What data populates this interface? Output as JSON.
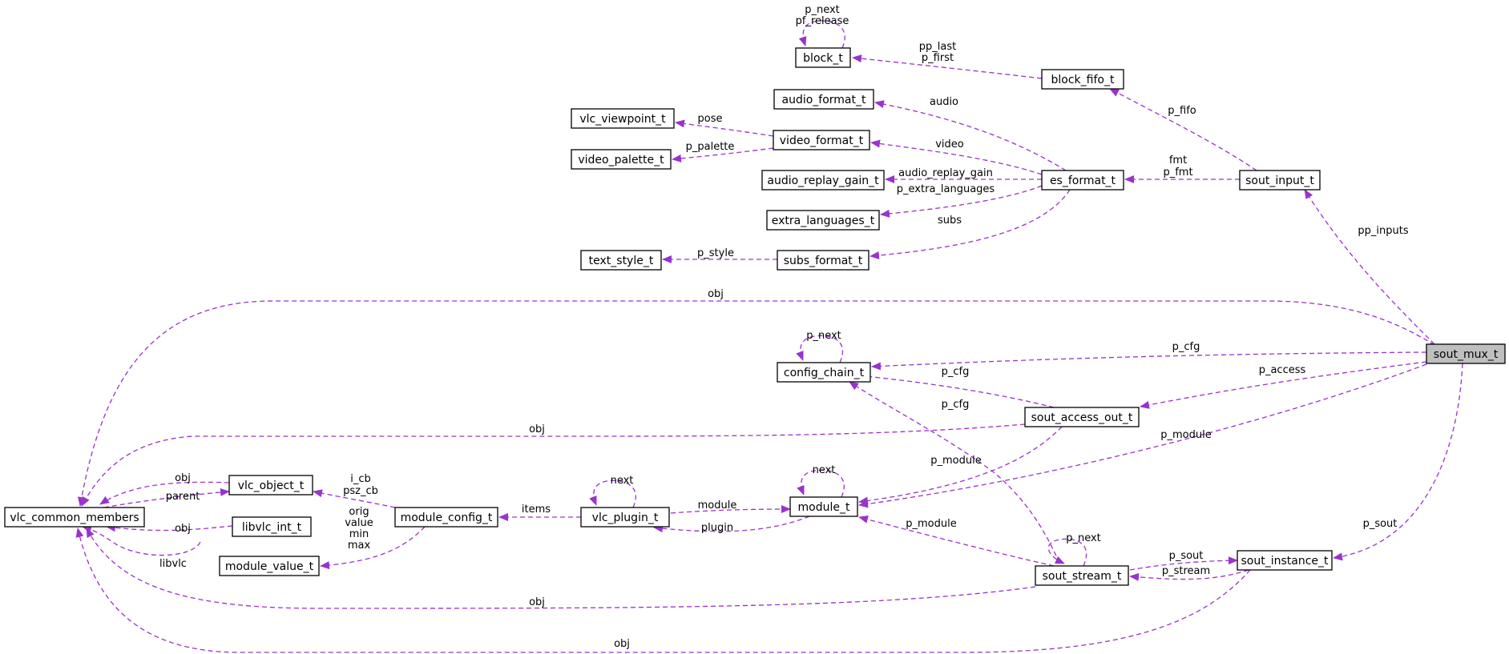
{
  "diagram": {
    "kind": "collaboration-graph",
    "edge_color": "#9a32cd",
    "highlight_fill": "#bfbfbf",
    "nodes": [
      {
        "id": "sout_mux_t",
        "label": "sout_mux_t",
        "highlight": true
      },
      {
        "id": "block_t",
        "label": "block_t"
      },
      {
        "id": "block_fifo_t",
        "label": "block_fifo_t"
      },
      {
        "id": "audio_format_t",
        "label": "audio_format_t"
      },
      {
        "id": "vlc_viewpoint_t",
        "label": "vlc_viewpoint_t"
      },
      {
        "id": "video_format_t",
        "label": "video_format_t"
      },
      {
        "id": "video_palette_t",
        "label": "video_palette_t"
      },
      {
        "id": "audio_replay_gain_t",
        "label": "audio_replay_gain_t"
      },
      {
        "id": "es_format_t",
        "label": "es_format_t"
      },
      {
        "id": "sout_input_t",
        "label": "sout_input_t"
      },
      {
        "id": "extra_languages_t",
        "label": "extra_languages_t"
      },
      {
        "id": "text_style_t",
        "label": "text_style_t"
      },
      {
        "id": "subs_format_t",
        "label": "subs_format_t"
      },
      {
        "id": "config_chain_t",
        "label": "config_chain_t"
      },
      {
        "id": "sout_access_out_t",
        "label": "sout_access_out_t"
      },
      {
        "id": "vlc_object_t",
        "label": "vlc_object_t"
      },
      {
        "id": "vlc_common_members",
        "label": "vlc_common_members"
      },
      {
        "id": "libvlc_int_t",
        "label": "libvlc_int_t"
      },
      {
        "id": "module_config_t",
        "label": "module_config_t"
      },
      {
        "id": "vlc_plugin_t",
        "label": "vlc_plugin_t"
      },
      {
        "id": "module_t",
        "label": "module_t"
      },
      {
        "id": "module_value_t",
        "label": "module_value_t"
      },
      {
        "id": "sout_instance_t",
        "label": "sout_instance_t"
      },
      {
        "id": "sout_stream_t",
        "label": "sout_stream_t"
      }
    ],
    "edges": [
      {
        "id": "e1",
        "from": "block_t",
        "to": "block_t",
        "labels": [
          "p_next",
          "pf_release"
        ]
      },
      {
        "id": "e2",
        "from": "block_fifo_t",
        "to": "block_t",
        "labels": [
          "pp_last",
          "p_first"
        ]
      },
      {
        "id": "e3",
        "from": "sout_input_t",
        "to": "block_fifo_t",
        "labels": [
          "p_fifo"
        ]
      },
      {
        "id": "e4",
        "from": "es_format_t",
        "to": "audio_format_t",
        "labels": [
          "audio"
        ]
      },
      {
        "id": "e5",
        "from": "video_format_t",
        "to": "vlc_viewpoint_t",
        "labels": [
          "pose"
        ]
      },
      {
        "id": "e6",
        "from": "video_format_t",
        "to": "video_palette_t",
        "labels": [
          "p_palette"
        ]
      },
      {
        "id": "e7",
        "from": "es_format_t",
        "to": "video_format_t",
        "labels": [
          "video"
        ]
      },
      {
        "id": "e8",
        "from": "es_format_t",
        "to": "audio_replay_gain_t",
        "labels": [
          "audio_replay_gain"
        ]
      },
      {
        "id": "e9",
        "from": "es_format_t",
        "to": "extra_languages_t",
        "labels": [
          "p_extra_languages"
        ]
      },
      {
        "id": "e10",
        "from": "es_format_t",
        "to": "subs_format_t",
        "labels": [
          "subs"
        ]
      },
      {
        "id": "e11",
        "from": "subs_format_t",
        "to": "text_style_t",
        "labels": [
          "p_style"
        ]
      },
      {
        "id": "e12",
        "from": "sout_input_t",
        "to": "es_format_t",
        "labels": [
          "fmt",
          "p_fmt"
        ]
      },
      {
        "id": "e13",
        "from": "sout_mux_t",
        "to": "sout_input_t",
        "labels": [
          "pp_inputs"
        ]
      },
      {
        "id": "e14",
        "from": "sout_mux_t",
        "to": "vlc_common_members",
        "labels": [
          "obj"
        ]
      },
      {
        "id": "e15",
        "from": "config_chain_t",
        "to": "config_chain_t",
        "labels": [
          "p_next"
        ]
      },
      {
        "id": "e16",
        "from": "sout_mux_t",
        "to": "config_chain_t",
        "labels": [
          "p_cfg"
        ]
      },
      {
        "id": "e17",
        "from": "sout_mux_t",
        "to": "sout_access_out_t",
        "labels": [
          "p_access"
        ]
      },
      {
        "id": "e18",
        "from": "sout_access_out_t",
        "to": "config_chain_t",
        "labels": [
          "p_cfg"
        ]
      },
      {
        "id": "e19",
        "from": "sout_stream_t",
        "to": "config_chain_t",
        "labels": [
          "p_cfg"
        ]
      },
      {
        "id": "e20",
        "from": "sout_access_out_t",
        "to": "vlc_common_members",
        "labels": [
          "obj"
        ]
      },
      {
        "id": "e21",
        "from": "sout_mux_t",
        "to": "module_t",
        "labels": [
          "p_module"
        ]
      },
      {
        "id": "e22",
        "from": "sout_access_out_t",
        "to": "module_t",
        "labels": [
          "p_module"
        ]
      },
      {
        "id": "e23",
        "from": "vlc_object_t",
        "to": "vlc_common_members",
        "labels": [
          "obj"
        ]
      },
      {
        "id": "e24",
        "from": "vlc_common_members",
        "to": "vlc_object_t",
        "labels": [
          "parent"
        ]
      },
      {
        "id": "e25",
        "from": "module_config_t",
        "to": "vlc_object_t",
        "labels": [
          "i_cb",
          "psz_cb"
        ]
      },
      {
        "id": "e26",
        "from": "vlc_plugin_t",
        "to": "vlc_plugin_t",
        "labels": [
          "next"
        ]
      },
      {
        "id": "e27",
        "from": "module_t",
        "to": "module_t",
        "labels": [
          "next"
        ]
      },
      {
        "id": "e28",
        "from": "vlc_plugin_t",
        "to": "module_config_t",
        "labels": [
          "items"
        ]
      },
      {
        "id": "e29",
        "from": "vlc_plugin_t",
        "to": "module_t",
        "labels": [
          "module"
        ]
      },
      {
        "id": "e30",
        "from": "module_t",
        "to": "vlc_plugin_t",
        "labels": [
          "plugin"
        ]
      },
      {
        "id": "e31",
        "from": "libvlc_int_t",
        "to": "vlc_common_members",
        "labels": [
          "obj"
        ]
      },
      {
        "id": "e32",
        "from": "vlc_common_members",
        "to": "libvlc_int_t",
        "labels": [
          "libvlc"
        ]
      },
      {
        "id": "e33",
        "from": "module_config_t",
        "to": "module_value_t",
        "labels": [
          "orig",
          "value",
          "min",
          "max"
        ]
      },
      {
        "id": "e34",
        "from": "sout_stream_t",
        "to": "module_t",
        "labels": [
          "p_module"
        ]
      },
      {
        "id": "e35",
        "from": "sout_mux_t",
        "to": "sout_instance_t",
        "labels": [
          "p_sout"
        ]
      },
      {
        "id": "e36",
        "from": "sout_stream_t",
        "to": "sout_stream_t",
        "labels": [
          "p_next"
        ]
      },
      {
        "id": "e37",
        "from": "sout_stream_t",
        "to": "sout_instance_t",
        "labels": [
          "p_sout"
        ]
      },
      {
        "id": "e38",
        "from": "sout_instance_t",
        "to": "sout_stream_t",
        "labels": [
          "p_stream"
        ]
      },
      {
        "id": "e39",
        "from": "sout_stream_t",
        "to": "vlc_common_members",
        "labels": [
          "obj"
        ]
      },
      {
        "id": "e40",
        "from": "sout_instance_t",
        "to": "vlc_common_members",
        "labels": [
          "obj"
        ]
      }
    ]
  }
}
